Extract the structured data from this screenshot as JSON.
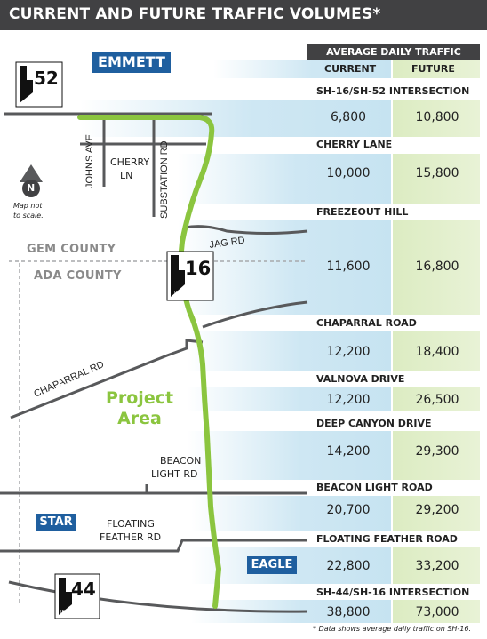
{
  "title": "CURRENT AND FUTURE TRAFFIC VOLUMES*",
  "table": {
    "header": "AVERAGE DAILY TRAFFIC",
    "current_label": "CURRENT",
    "future_label": "FUTURE",
    "segments": [
      {
        "label": "SH-16/SH-52 INTERSECTION",
        "current": "6,800",
        "future": "10,800"
      },
      {
        "label": "CHERRY LANE",
        "current": "10,000",
        "future": "15,800"
      },
      {
        "label": "FREEZEOUT HILL",
        "current": "11,600",
        "future": "16,800"
      },
      {
        "label": "CHAPARRAL ROAD",
        "current": "12,200",
        "future": "18,400"
      },
      {
        "label": "VALNOVA DRIVE",
        "current": "12,200",
        "future": "26,500"
      },
      {
        "label": "DEEP CANYON DRIVE",
        "current": "14,200",
        "future": "29,300"
      },
      {
        "label": "BEACON LIGHT ROAD",
        "current": "20,700",
        "future": "29,200"
      },
      {
        "label": "FLOATING FEATHER ROAD",
        "current": "22,800",
        "future": "33,200"
      },
      {
        "label": "SH-44/SH-16 INTERSECTION",
        "current": "38,800",
        "future": "73,000"
      }
    ],
    "footnote": "* Data shows average daily traffic on SH-16."
  },
  "map": {
    "cities": {
      "emmett": "EMMETT",
      "star": "STAR",
      "eagle": "EAGLE"
    },
    "counties": {
      "gem": "GEM COUNTY",
      "ada": "ADA COUNTY"
    },
    "roads": {
      "johns_ave": "JOHNS AVE",
      "cherry_ln_1": "CHERRY",
      "cherry_ln_2": "LN",
      "substation_rd": "SUBSTATION RD",
      "jag_rd": "JAG RD",
      "chaparral_rd": "CHAPARRAL RD",
      "beacon_light_1": "BEACON",
      "beacon_light_2": "LIGHT RD",
      "floating_feather_1": "FLOATING",
      "floating_feather_2": "FEATHER RD"
    },
    "project_area_1": "Project",
    "project_area_2": "Area",
    "north_letter": "N",
    "scale_note_1": "Map not",
    "scale_note_2": "to scale.",
    "shields": [
      {
        "route": "52",
        "state": "IDAHO"
      },
      {
        "route": "16",
        "state": "IDAHO"
      },
      {
        "route": "44",
        "state": "IDAHO"
      }
    ]
  },
  "colors": {
    "title_bar": "#414143",
    "current_fill": "#c6e3f1",
    "future_fill": "#dcecc2",
    "project_route": "#8bc53f",
    "road": "#58595b",
    "city_badge": "#1f5f9f",
    "county_line": "#a7a9ac"
  }
}
